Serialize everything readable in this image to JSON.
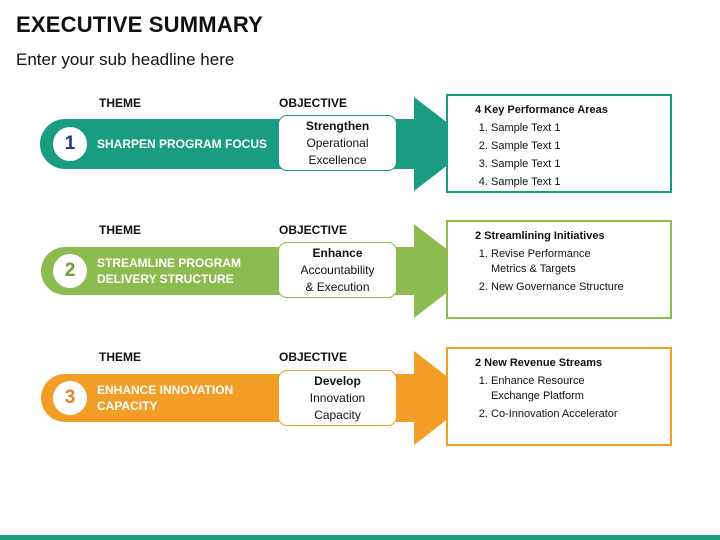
{
  "header": {
    "title": "EXECUTIVE SUMMARY",
    "subtitle": "Enter your sub headline here"
  },
  "rows": [
    {
      "color": "#1a9c80",
      "theme_header": "THEME",
      "objective_header": "OBJECTIVE",
      "number": "1",
      "theme_text": "SHARPEN PROGRAM FOCUS",
      "objective": {
        "bold": "Strengthen",
        "line2": "Operational",
        "line3": "Excellence"
      },
      "detail_title": "4 Key Performance Areas",
      "detail_items": [
        "Sample Text 1",
        "Sample Text 1",
        "Sample Text 1",
        "Sample Text 1"
      ]
    },
    {
      "color": "#8cbb50",
      "theme_header": "THEME",
      "objective_header": "OBJECTIVE",
      "number": "2",
      "theme_text": "STREAMLINE PROGRAM DELIVERY STRUCTURE",
      "objective": {
        "bold": "Enhance",
        "line2": "Accountability",
        "line3": "& Execution"
      },
      "detail_title": "2 Streamlining Initiatives",
      "detail_items": [
        "Revise Performance Metrics & Targets",
        "New Governance Structure"
      ]
    },
    {
      "color": "#f29d26",
      "theme_header": "THEME",
      "objective_header": "OBJECTIVE",
      "number": "3",
      "theme_text": "ENHANCE INNOVATION CAPACITY",
      "objective": {
        "bold": "Develop",
        "line2": "Innovation",
        "line3": "Capacity"
      },
      "detail_title": "2 New Revenue Streams",
      "detail_items": [
        "Enhance Resource Exchange Platform",
        "Co-Innovation Accelerator"
      ]
    }
  ]
}
